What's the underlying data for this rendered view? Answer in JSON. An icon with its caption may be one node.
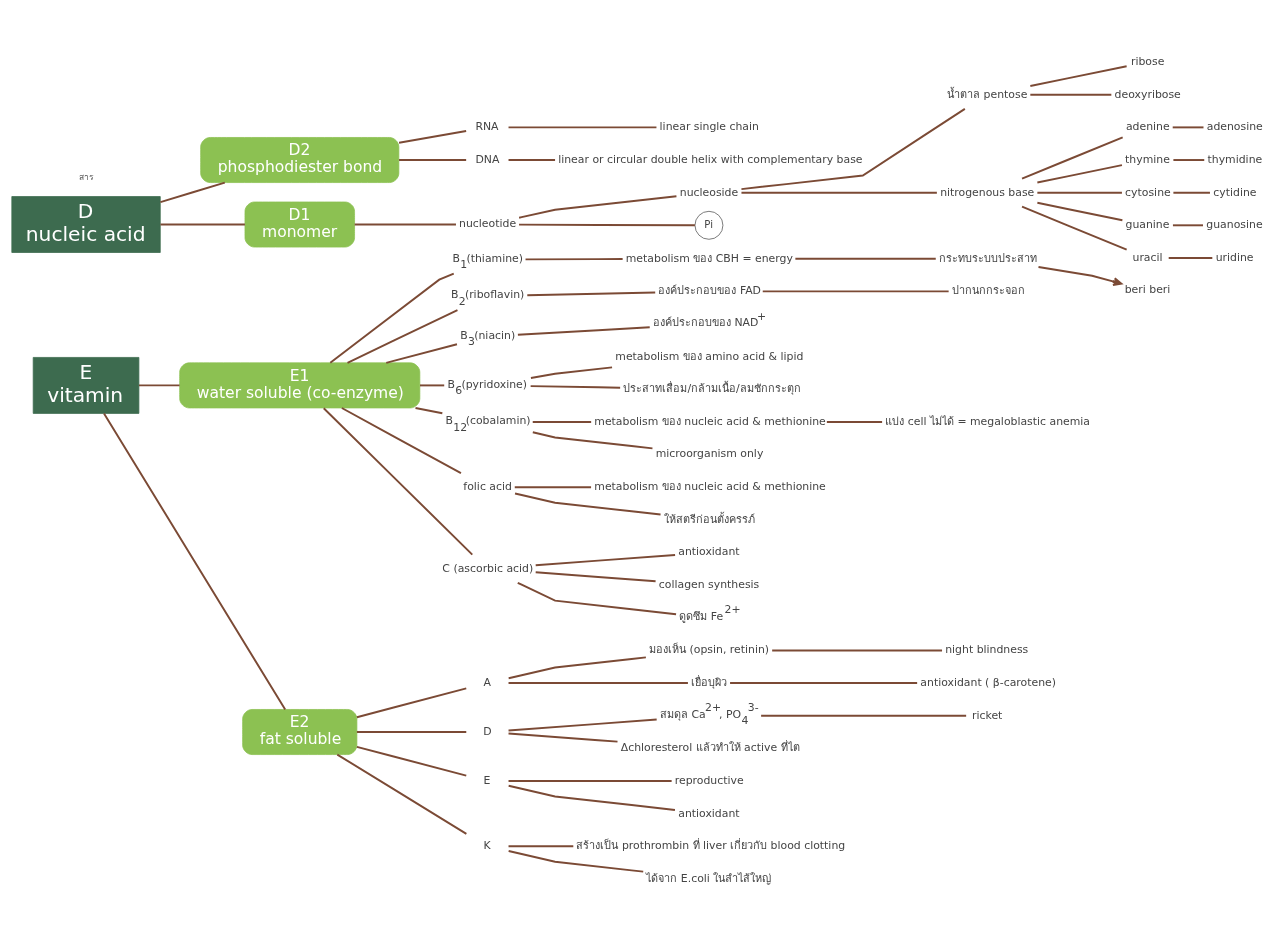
{
  "diagram": {
    "nodes": [
      {
        "text": [
          "D",
          "nucleic acid"
        ]
      },
      {
        "text": [
          "D2",
          "phosphodiester bond"
        ]
      },
      {
        "text": [
          "RNA"
        ]
      },
      {
        "text": [
          "linear single chain"
        ]
      },
      {
        "text": [
          "DNA"
        ]
      },
      {
        "text": [
          "linear or circular double helix with complementary base"
        ]
      },
      {
        "text": [
          "D1",
          "monomer"
        ]
      },
      {
        "text": [
          "nucleotide"
        ]
      },
      {
        "text": [
          "nucleoside"
        ]
      },
      {
        "text": [
          "Pi"
        ]
      },
      {
        "text": [
          "น้ำตาล pentose"
        ]
      },
      {
        "text": [
          "ribose"
        ]
      },
      {
        "text": [
          "deoxyribose"
        ]
      },
      {
        "text": [
          "nitrogenous base"
        ]
      },
      {
        "text": [
          "adenine"
        ]
      },
      {
        "text": [
          "adenosine"
        ]
      },
      {
        "text": [
          "thymine"
        ]
      },
      {
        "text": [
          "thymidine"
        ]
      },
      {
        "text": [
          "cytosine"
        ]
      },
      {
        "text": [
          "cytidine"
        ]
      },
      {
        "text": [
          "guanine"
        ]
      },
      {
        "text": [
          "guanosine"
        ]
      },
      {
        "text": [
          "uracil"
        ]
      },
      {
        "text": [
          "uridine"
        ]
      },
      {
        "text": [
          "E",
          "vitamin"
        ]
      },
      {
        "text": [
          "E1",
          "water soluble (co-enzyme)"
        ]
      },
      {
        "text": [
          "E2",
          "fat soluble"
        ]
      },
      {
        "text": [
          "B$_{1}$(thiamine)"
        ]
      },
      {
        "text": [
          "metabolism ของ CBH = energy"
        ]
      },
      {
        "text": [
          "กระทบระบบประสาท"
        ]
      },
      {
        "text": [
          "beri beri"
        ]
      },
      {
        "text": [
          "B$_{2}$(riboflavin)"
        ]
      },
      {
        "text": [
          "องค์ประกอบของ FAD"
        ]
      },
      {
        "text": [
          "ปากนกกระจอก"
        ]
      },
      {
        "text": [
          "B$_{3}$(niacin)"
        ]
      },
      {
        "text": [
          "องค์ประกอบของ NAD$^{+}$"
        ]
      },
      {
        "text": [
          "B$_{6}$(pyridoxine)"
        ]
      },
      {
        "text": [
          "metabolism ของ amino acid & lipid"
        ]
      },
      {
        "text": [
          "ประสาทเสื่อม/กล้ามเนื้อ/ลมชักกระตุก"
        ]
      },
      {
        "text": [
          "B$_{12}$(cobalamin)"
        ]
      },
      {
        "text": [
          "metabolism ของ nucleic acid & methionine"
        ]
      },
      {
        "text": [
          "แบ่ง cell ไม่ได้ = megaloblastic anemia"
        ]
      },
      {
        "text": [
          "microorganism only"
        ]
      },
      {
        "text": [
          "folic acid"
        ]
      },
      {
        "text": [
          "metabolism ของ nucleic acid & methionine"
        ]
      },
      {
        "text": [
          "ให้สตรีก่อนตั้งครรภ์"
        ]
      },
      {
        "text": [
          "C (ascorbic acid)"
        ]
      },
      {
        "text": [
          "antioxidant"
        ]
      },
      {
        "text": [
          "collagen synthesis"
        ]
      },
      {
        "text": [
          "ดูดซึม Fe$^{2+}$"
        ]
      },
      {
        "text": [
          "A"
        ]
      },
      {
        "text": [
          "มองเห็น (opsin, retinin)"
        ]
      },
      {
        "text": [
          "night blindness"
        ]
      },
      {
        "text": [
          "เยื่อบุผิว"
        ]
      },
      {
        "text": [
          "antioxidant ( β-carotene)"
        ]
      },
      {
        "text": [
          "D"
        ]
      },
      {
        "text": [
          "สมดุล Ca$^{2+}$, PO$_{4}$$^{3-}$"
        ]
      },
      {
        "text": [
          "ricket"
        ]
      },
      {
        "text": [
          "Δchloresterol แล้วทำให้ active ที่ไต"
        ]
      },
      {
        "text": [
          "E"
        ]
      },
      {
        "text": [
          "reproductive"
        ]
      },
      {
        "text": [
          "antioxidant"
        ]
      },
      {
        "text": [
          "K"
        ]
      },
      {
        "text": [
          "สร้างเป็น prothrombin ที่ liver เกี่ยวกับ blood clotting"
        ]
      },
      {
        "text": [
          "ได้จาก E.coli ในลำไส้ใหญ่"
        ]
      }
    ],
    "edges": [
      {
        "from": 0,
        "to": 1,
        "arrow": "none"
      },
      {
        "from": 0,
        "to": 6,
        "arrow": "none"
      },
      {
        "from": 1,
        "to": 2,
        "arrow": "none"
      },
      {
        "from": 1,
        "to": 4,
        "arrow": "none"
      },
      {
        "from": 2,
        "to": 3,
        "arrow": "none"
      },
      {
        "from": 4,
        "to": 5,
        "arrow": "none"
      },
      {
        "from": 6,
        "to": 7,
        "arrow": "none"
      },
      {
        "from": 7,
        "to": 8,
        "arrow": "none"
      },
      {
        "from": 7,
        "to": 9,
        "arrow": "none"
      },
      {
        "from": 8,
        "to": 10,
        "arrow": "none"
      },
      {
        "from": 8,
        "to": 13,
        "arrow": "none"
      },
      {
        "from": 10,
        "to": 11,
        "arrow": "none"
      },
      {
        "from": 10,
        "to": 12,
        "arrow": "none"
      },
      {
        "from": 13,
        "to": 14,
        "arrow": "none"
      },
      {
        "from": 14,
        "to": 15,
        "arrow": "none"
      },
      {
        "from": 13,
        "to": 16,
        "arrow": "none"
      },
      {
        "from": 16,
        "to": 17,
        "arrow": "none"
      },
      {
        "from": 13,
        "to": 18,
        "arrow": "none"
      },
      {
        "from": 18,
        "to": 19,
        "arrow": "none"
      },
      {
        "from": 13,
        "to": 20,
        "arrow": "none"
      },
      {
        "from": 20,
        "to": 21,
        "arrow": "none"
      },
      {
        "from": 13,
        "to": 22,
        "arrow": "none"
      },
      {
        "from": 22,
        "to": 23,
        "arrow": "none"
      },
      {
        "from": 24,
        "to": 25,
        "arrow": "none"
      },
      {
        "from": 24,
        "to": 26,
        "arrow": "none"
      },
      {
        "from": 25,
        "to": 27,
        "arrow": "none"
      },
      {
        "from": 27,
        "to": 28,
        "arrow": "none"
      },
      {
        "from": 28,
        "to": 29,
        "arrow": "none"
      },
      {
        "from": 29,
        "to": 30,
        "arrow": "to"
      },
      {
        "from": 25,
        "to": 31,
        "arrow": "none"
      },
      {
        "from": 31,
        "to": 32,
        "arrow": "none"
      },
      {
        "from": 32,
        "to": 33,
        "arrow": "none"
      },
      {
        "from": 25,
        "to": 34,
        "arrow": "none"
      },
      {
        "from": 34,
        "to": 35,
        "arrow": "none"
      },
      {
        "from": 25,
        "to": 36,
        "arrow": "none"
      },
      {
        "from": 36,
        "to": 37,
        "arrow": "none"
      },
      {
        "from": 36,
        "to": 38,
        "arrow": "none"
      },
      {
        "from": 25,
        "to": 39,
        "arrow": "none"
      },
      {
        "from": 39,
        "to": 40,
        "arrow": "none"
      },
      {
        "from": 40,
        "to": 41,
        "arrow": "none"
      },
      {
        "from": 39,
        "to": 42,
        "arrow": "none"
      },
      {
        "from": 25,
        "to": 43,
        "arrow": "none"
      },
      {
        "from": 43,
        "to": 44,
        "arrow": "none"
      },
      {
        "from": 43,
        "to": 45,
        "arrow": "none"
      },
      {
        "from": 25,
        "to": 46,
        "arrow": "none"
      },
      {
        "from": 46,
        "to": 47,
        "arrow": "none"
      },
      {
        "from": 46,
        "to": 48,
        "arrow": "none"
      },
      {
        "from": 46,
        "to": 49,
        "arrow": "none"
      },
      {
        "from": 26,
        "to": 50,
        "arrow": "none"
      },
      {
        "from": 50,
        "to": 51,
        "arrow": "none"
      },
      {
        "from": 51,
        "to": 52,
        "arrow": "none"
      },
      {
        "from": 50,
        "to": 53,
        "arrow": "none"
      },
      {
        "from": 53,
        "to": 54,
        "arrow": "none"
      },
      {
        "from": 26,
        "to": 55,
        "arrow": "none"
      },
      {
        "from": 55,
        "to": 56,
        "arrow": "none"
      },
      {
        "from": 56,
        "to": 57,
        "arrow": "none"
      },
      {
        "from": 55,
        "to": 58,
        "arrow": "none"
      },
      {
        "from": 26,
        "to": 59,
        "arrow": "none"
      },
      {
        "from": 59,
        "to": 60,
        "arrow": "none"
      },
      {
        "from": 59,
        "to": 61,
        "arrow": "none"
      },
      {
        "from": 26,
        "to": 62,
        "arrow": "none"
      },
      {
        "from": 62,
        "to": 63,
        "arrow": "none"
      },
      {
        "from": 62,
        "to": 64,
        "arrow": "none"
      }
    ],
    "labels": [
      "สาร"
    ]
  }
}
